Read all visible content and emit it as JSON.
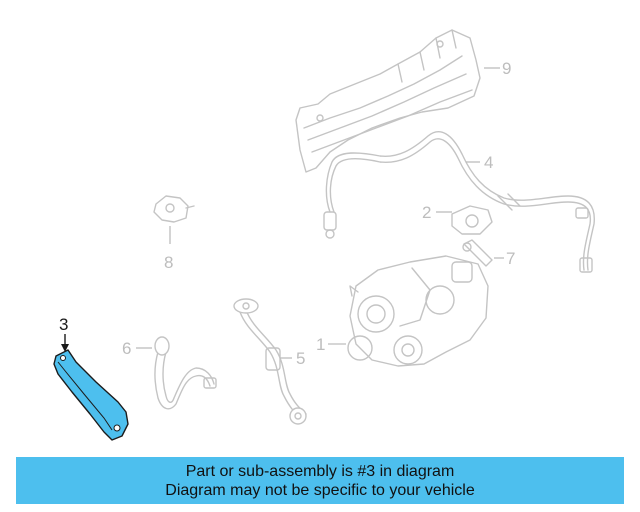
{
  "diagram": {
    "highlighted_part": "3",
    "highlight_color": "#4dbfee",
    "callouts": [
      "1",
      "2",
      "3",
      "4",
      "5",
      "6",
      "7",
      "8",
      "9"
    ]
  },
  "banner": {
    "line1": "Part or sub-assembly is #3 in diagram",
    "line2": "Diagram may not be specific to your vehicle",
    "background": "#4dbfee"
  }
}
